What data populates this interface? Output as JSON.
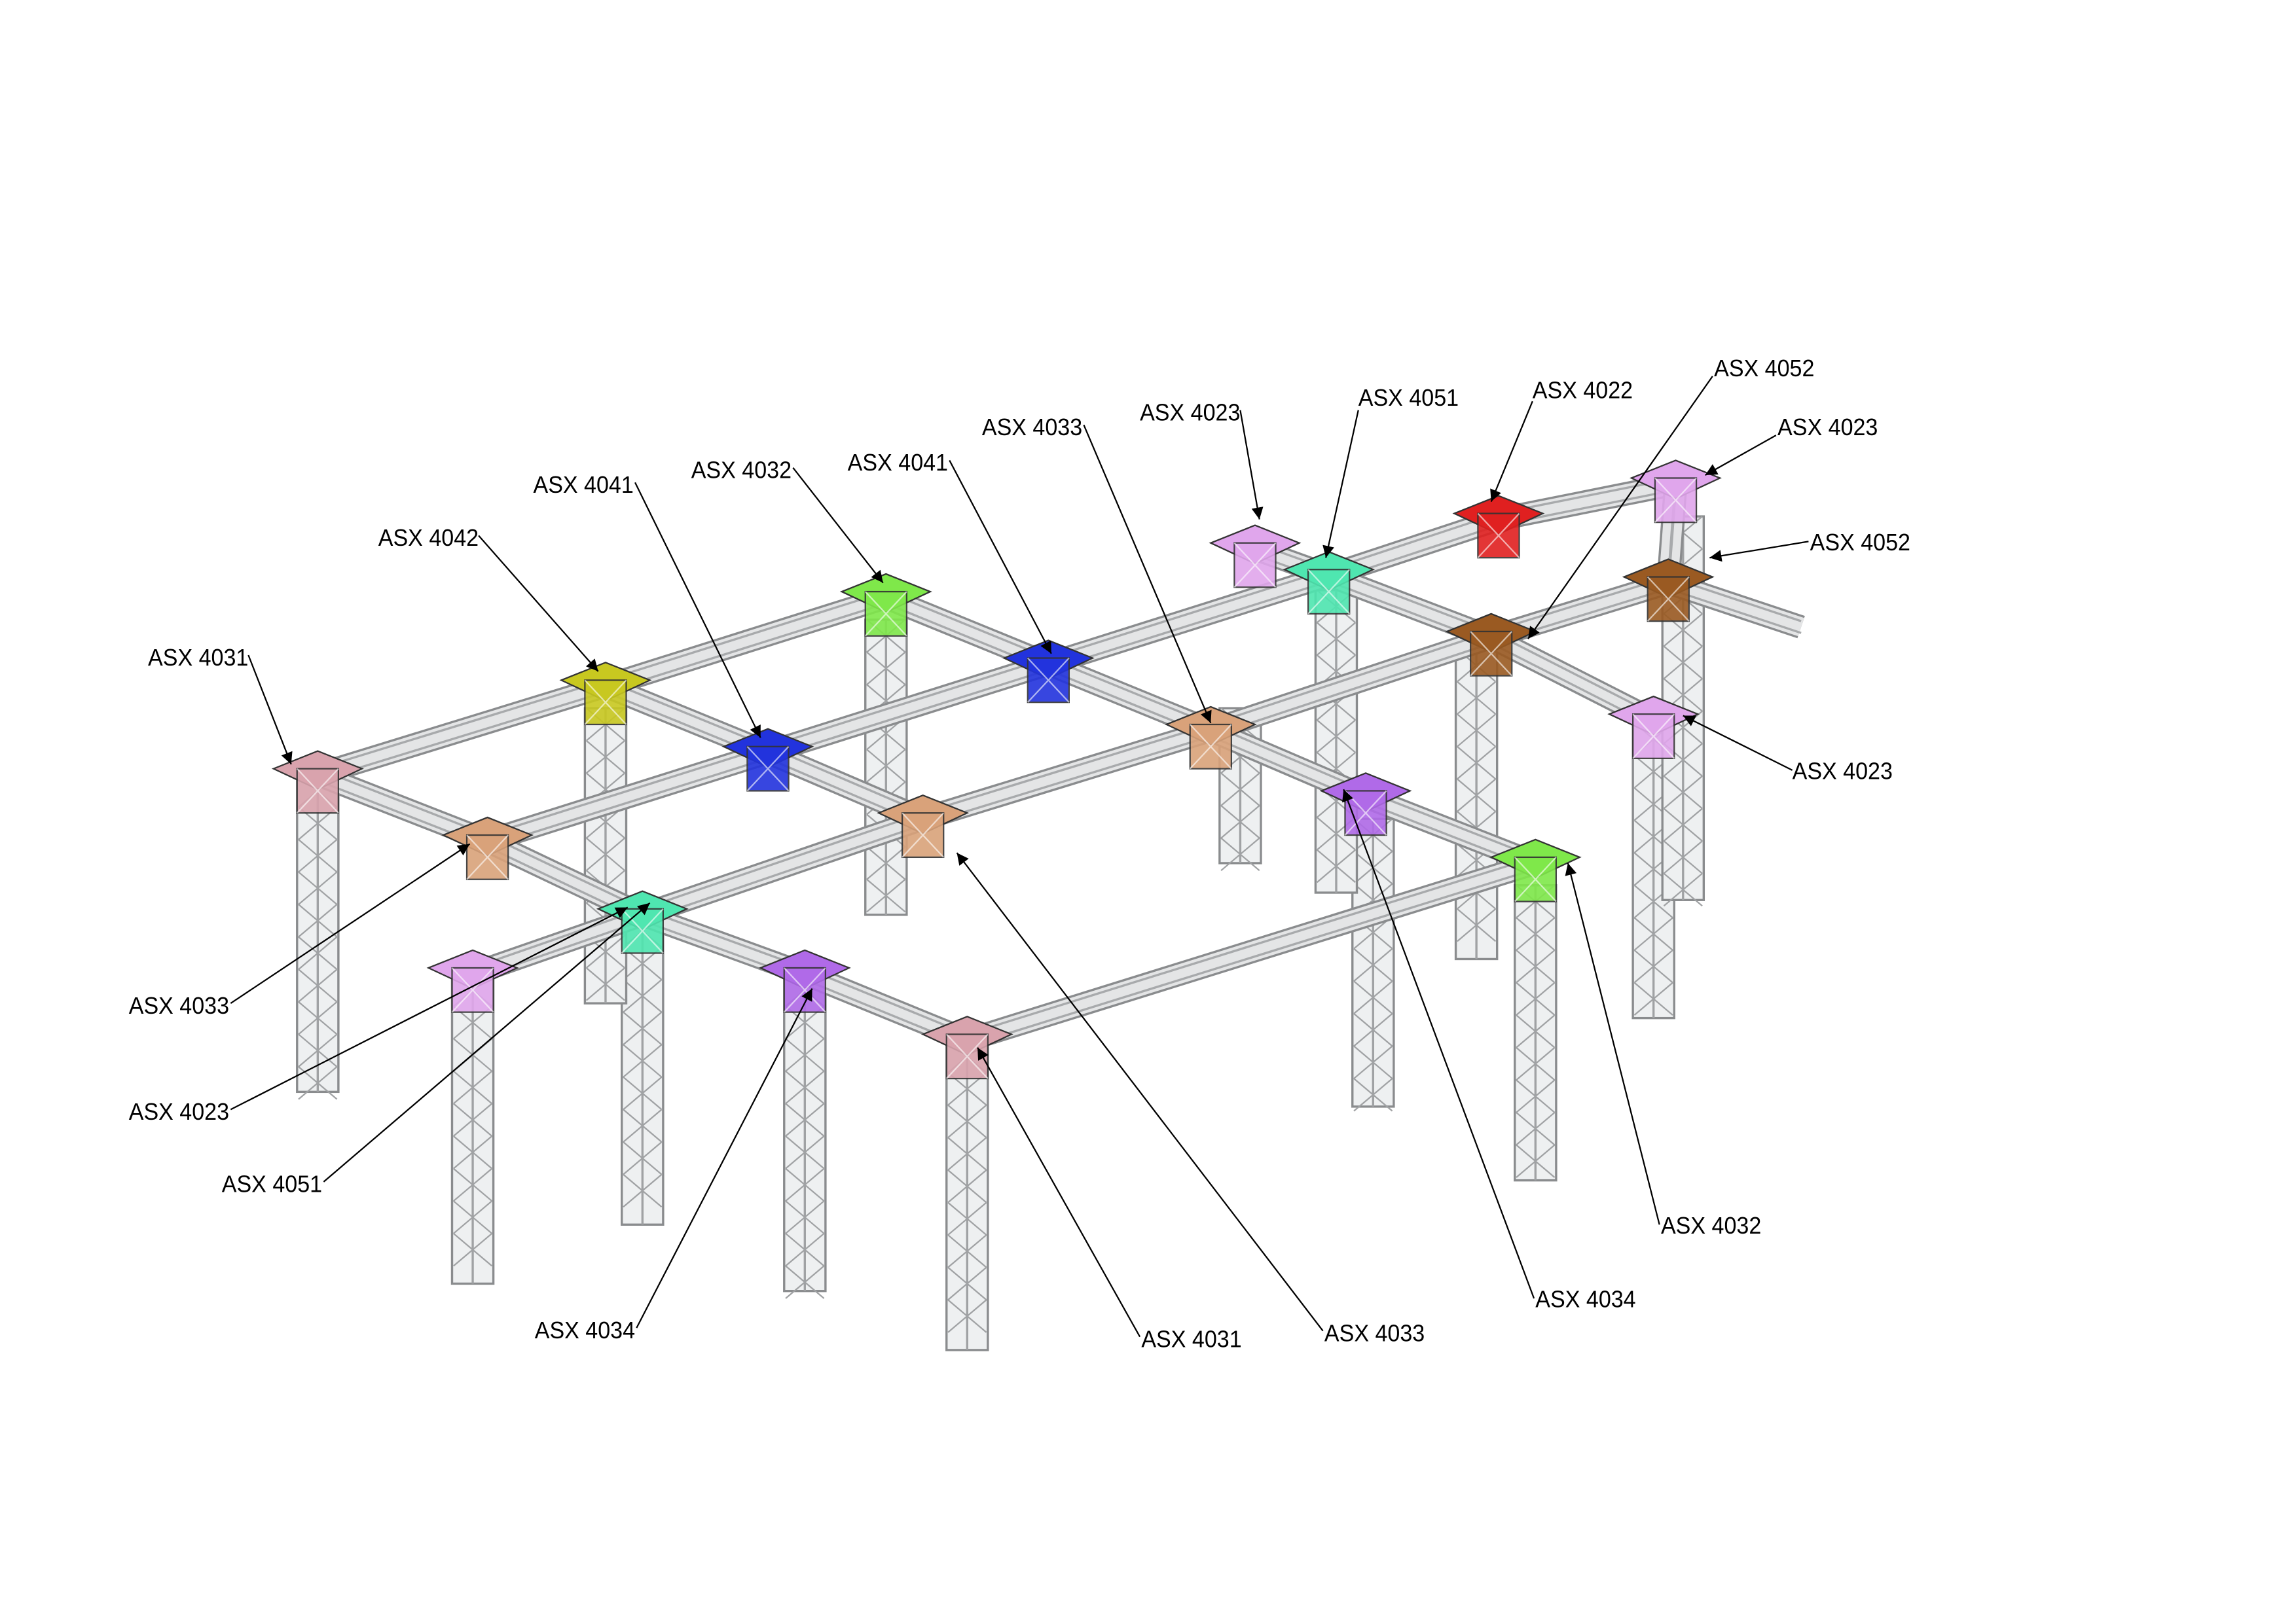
{
  "diagram": {
    "type": "truss-assembly",
    "labels": [
      {
        "text": "ASX 4031"
      },
      {
        "text": "ASX 4042"
      },
      {
        "text": "ASX 4041"
      },
      {
        "text": "ASX 4032"
      },
      {
        "text": "ASX 4041"
      },
      {
        "text": "ASX 4033"
      },
      {
        "text": "ASX 4023"
      },
      {
        "text": "ASX 4051"
      },
      {
        "text": "ASX 4022"
      },
      {
        "text": "ASX 4052"
      },
      {
        "text": "ASX 4023"
      },
      {
        "text": "ASX 4052"
      },
      {
        "text": "ASX 4023"
      },
      {
        "text": "ASX 4033"
      },
      {
        "text": "ASX 4023"
      },
      {
        "text": "ASX 4051"
      },
      {
        "text": "ASX 4034"
      },
      {
        "text": "ASX 4031"
      },
      {
        "text": "ASX 4033"
      },
      {
        "text": "ASX 4034"
      },
      {
        "text": "ASX 4032"
      }
    ],
    "colors": {
      "truss": "#c8cacc",
      "ASX 4031": "#d9a3ad",
      "ASX 4042": "#c8c820",
      "ASX 4041": "#2233dd",
      "ASX 4032": "#7fe84a",
      "ASX 4033": "#d9a27a",
      "ASX 4023": "#e0a6ec",
      "ASX 4051": "#4fe6b0",
      "ASX 4022": "#e02020",
      "ASX 4052": "#9a5a22",
      "ASX 4034": "#b06ae8"
    }
  }
}
